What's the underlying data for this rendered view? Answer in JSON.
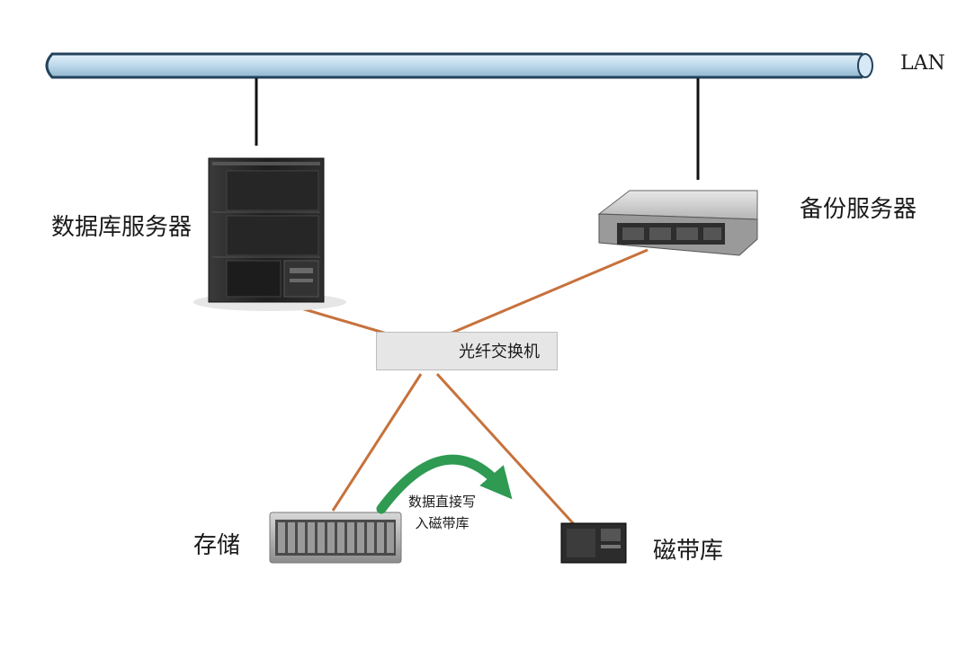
{
  "labels": {
    "lan": "LAN",
    "db_server": "数据库服务器",
    "backup_server": "备份服务器",
    "switch": "光纤交换机",
    "storage": "存储",
    "tape_library": "磁带库",
    "flow_note_line1": "数据直接写",
    "flow_note_line2": "入磁带库"
  },
  "colors": {
    "lan_bus": "#bcd8ea",
    "lan_bus_border": "#24425c",
    "fiber_link": "#c7713c",
    "data_flow_arrow": "#2e9a52",
    "device_dark": "#2a2a2a"
  },
  "icons": {
    "db_server": "tower-server-icon",
    "backup_server": "rack-server-icon",
    "switch": "fiber-switch-icon",
    "storage": "disk-array-icon",
    "tape_library": "tape-library-icon"
  }
}
